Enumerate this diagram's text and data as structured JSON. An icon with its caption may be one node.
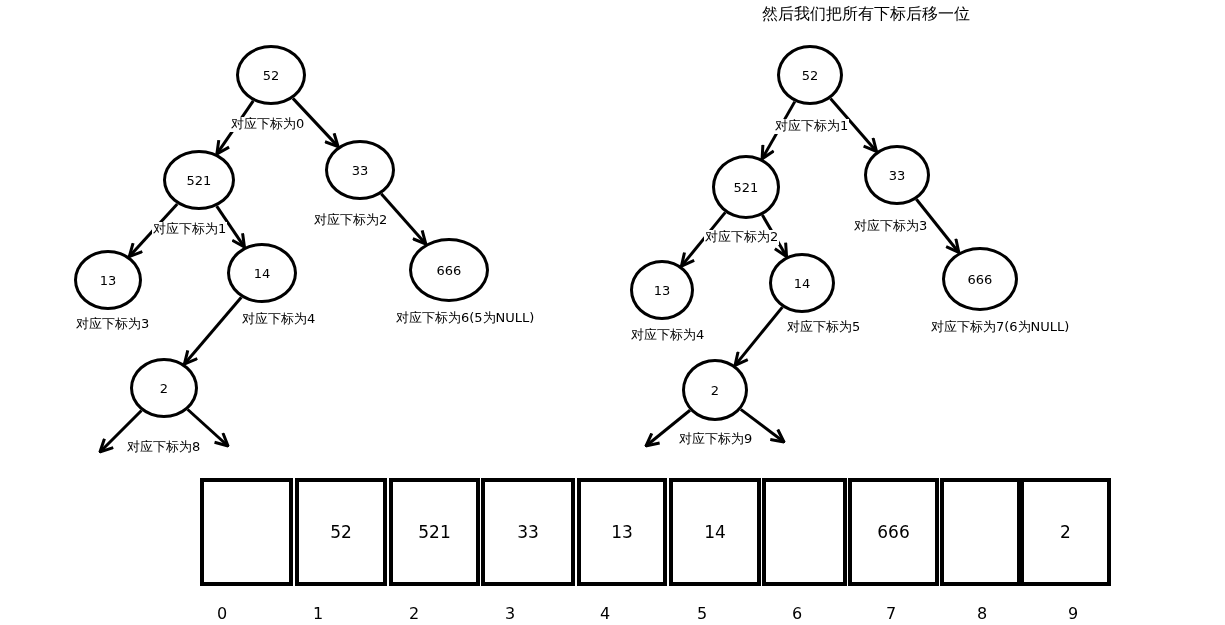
{
  "diagram": {
    "title": "然后我们把所有下标后移一位",
    "nodes": [
      {
        "text": [
          "52"
        ],
        "beside": [
          "对应下标为0"
        ]
      },
      {
        "text": [
          "521"
        ],
        "beside": [
          "对应下标为1"
        ]
      },
      {
        "text": [
          "33"
        ],
        "beside": [
          "对应下标为2"
        ]
      },
      {
        "text": [
          "13"
        ],
        "beside": [
          "对应下标为3"
        ]
      },
      {
        "text": [
          "14"
        ],
        "beside": [
          "对应下标为4"
        ]
      },
      {
        "text": [
          "666"
        ],
        "beside": [
          "对应下标为6(5为NULL)"
        ]
      },
      {
        "text": [
          "2"
        ],
        "beside": [
          "对应下标为8"
        ]
      },
      {
        "text": [
          "52"
        ],
        "beside": [
          "对应下标为1"
        ]
      },
      {
        "text": [
          "521"
        ],
        "beside": [
          "对应下标为2"
        ]
      },
      {
        "text": [
          "33"
        ],
        "beside": [
          "对应下标为3"
        ]
      },
      {
        "text": [
          "13"
        ],
        "beside": [
          "对应下标为4"
        ]
      },
      {
        "text": [
          "14"
        ],
        "beside": [
          "对应下标为5"
        ]
      },
      {
        "text": [
          "666"
        ],
        "beside": [
          "对应下标为7(6为NULL)"
        ]
      },
      {
        "text": [
          "2"
        ],
        "beside": [
          "对应下标为9"
        ]
      },
      {
        "text": [],
        "shape": "box"
      },
      {
        "text": [
          "52"
        ]
      },
      {
        "text": [
          "521"
        ]
      },
      {
        "text": [
          "33"
        ]
      },
      {
        "text": [
          "13"
        ]
      },
      {
        "text": [
          "14"
        ]
      },
      {
        "text": [],
        "shape": "box"
      },
      {
        "text": [
          "666"
        ]
      },
      {
        "text": [],
        "shape": "box"
      },
      {
        "text": [
          "2"
        ]
      }
    ],
    "edges": [
      {
        "from": 0,
        "to": 1,
        "arrow": "to"
      },
      {
        "from": 0,
        "to": 2,
        "arrow": "to"
      },
      {
        "from": 1,
        "to": 3,
        "arrow": "to"
      },
      {
        "from": 1,
        "to": 4,
        "arrow": "to"
      },
      {
        "from": 2,
        "to": 5,
        "arrow": "to"
      },
      {
        "from": 4,
        "to": 6,
        "arrow": "to"
      },
      {
        "from": 6,
        "to": null,
        "arrow": "to"
      },
      {
        "from": 6,
        "to": null,
        "arrow": "to"
      },
      {
        "from": 7,
        "to": 8,
        "arrow": "to"
      },
      {
        "from": 7,
        "to": 9,
        "arrow": "to"
      },
      {
        "from": 8,
        "to": 10,
        "arrow": "to"
      },
      {
        "from": 8,
        "to": 11,
        "arrow": "to"
      },
      {
        "from": 9,
        "to": 12,
        "arrow": "to"
      },
      {
        "from": 11,
        "to": 13,
        "arrow": "to"
      },
      {
        "from": 13,
        "to": null,
        "arrow": "to"
      },
      {
        "from": 13,
        "to": null,
        "arrow": "to"
      }
    ],
    "labels": [
      "0",
      "1",
      "2",
      "3",
      "4",
      "5",
      "6",
      "7",
      "8",
      "9"
    ]
  }
}
